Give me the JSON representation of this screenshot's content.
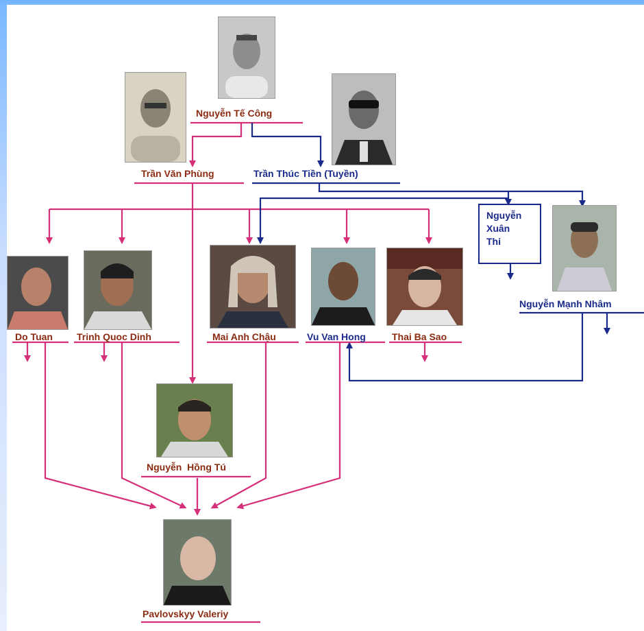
{
  "people": {
    "nguyen_te_cong": "Nguyễn Tế Công",
    "tran_van_phung": "Trần Văn Phùng",
    "tran_thuc_tien": "Trần Thúc Tiền (Tuyền)",
    "nguyen_xuan_thi": [
      "Nguyễn",
      "Xuân",
      "Thi"
    ],
    "nguyen_manh_nham": "Nguyễn Mạnh Nhâm",
    "do_tuan": "Do Tuan",
    "trinh_quoc_dinh": "Trinh Quoc Dinh",
    "mai_anh_chau": "Mai Anh Chậu",
    "vu_van_hong": "Vu Van Hong",
    "thai_ba_sao": "Thai Ba Sao",
    "nguyen_hong_tu": "Nguyễn  Hồng Tú",
    "pavlovskyy_valeriy": "Pavlovskyy Valeriy"
  },
  "colors": {
    "pink_line": "#d62f7a",
    "navy_line": "#1a2a8a",
    "pink_text": "#8a2b12",
    "navy_text": "#1a2a8a"
  }
}
